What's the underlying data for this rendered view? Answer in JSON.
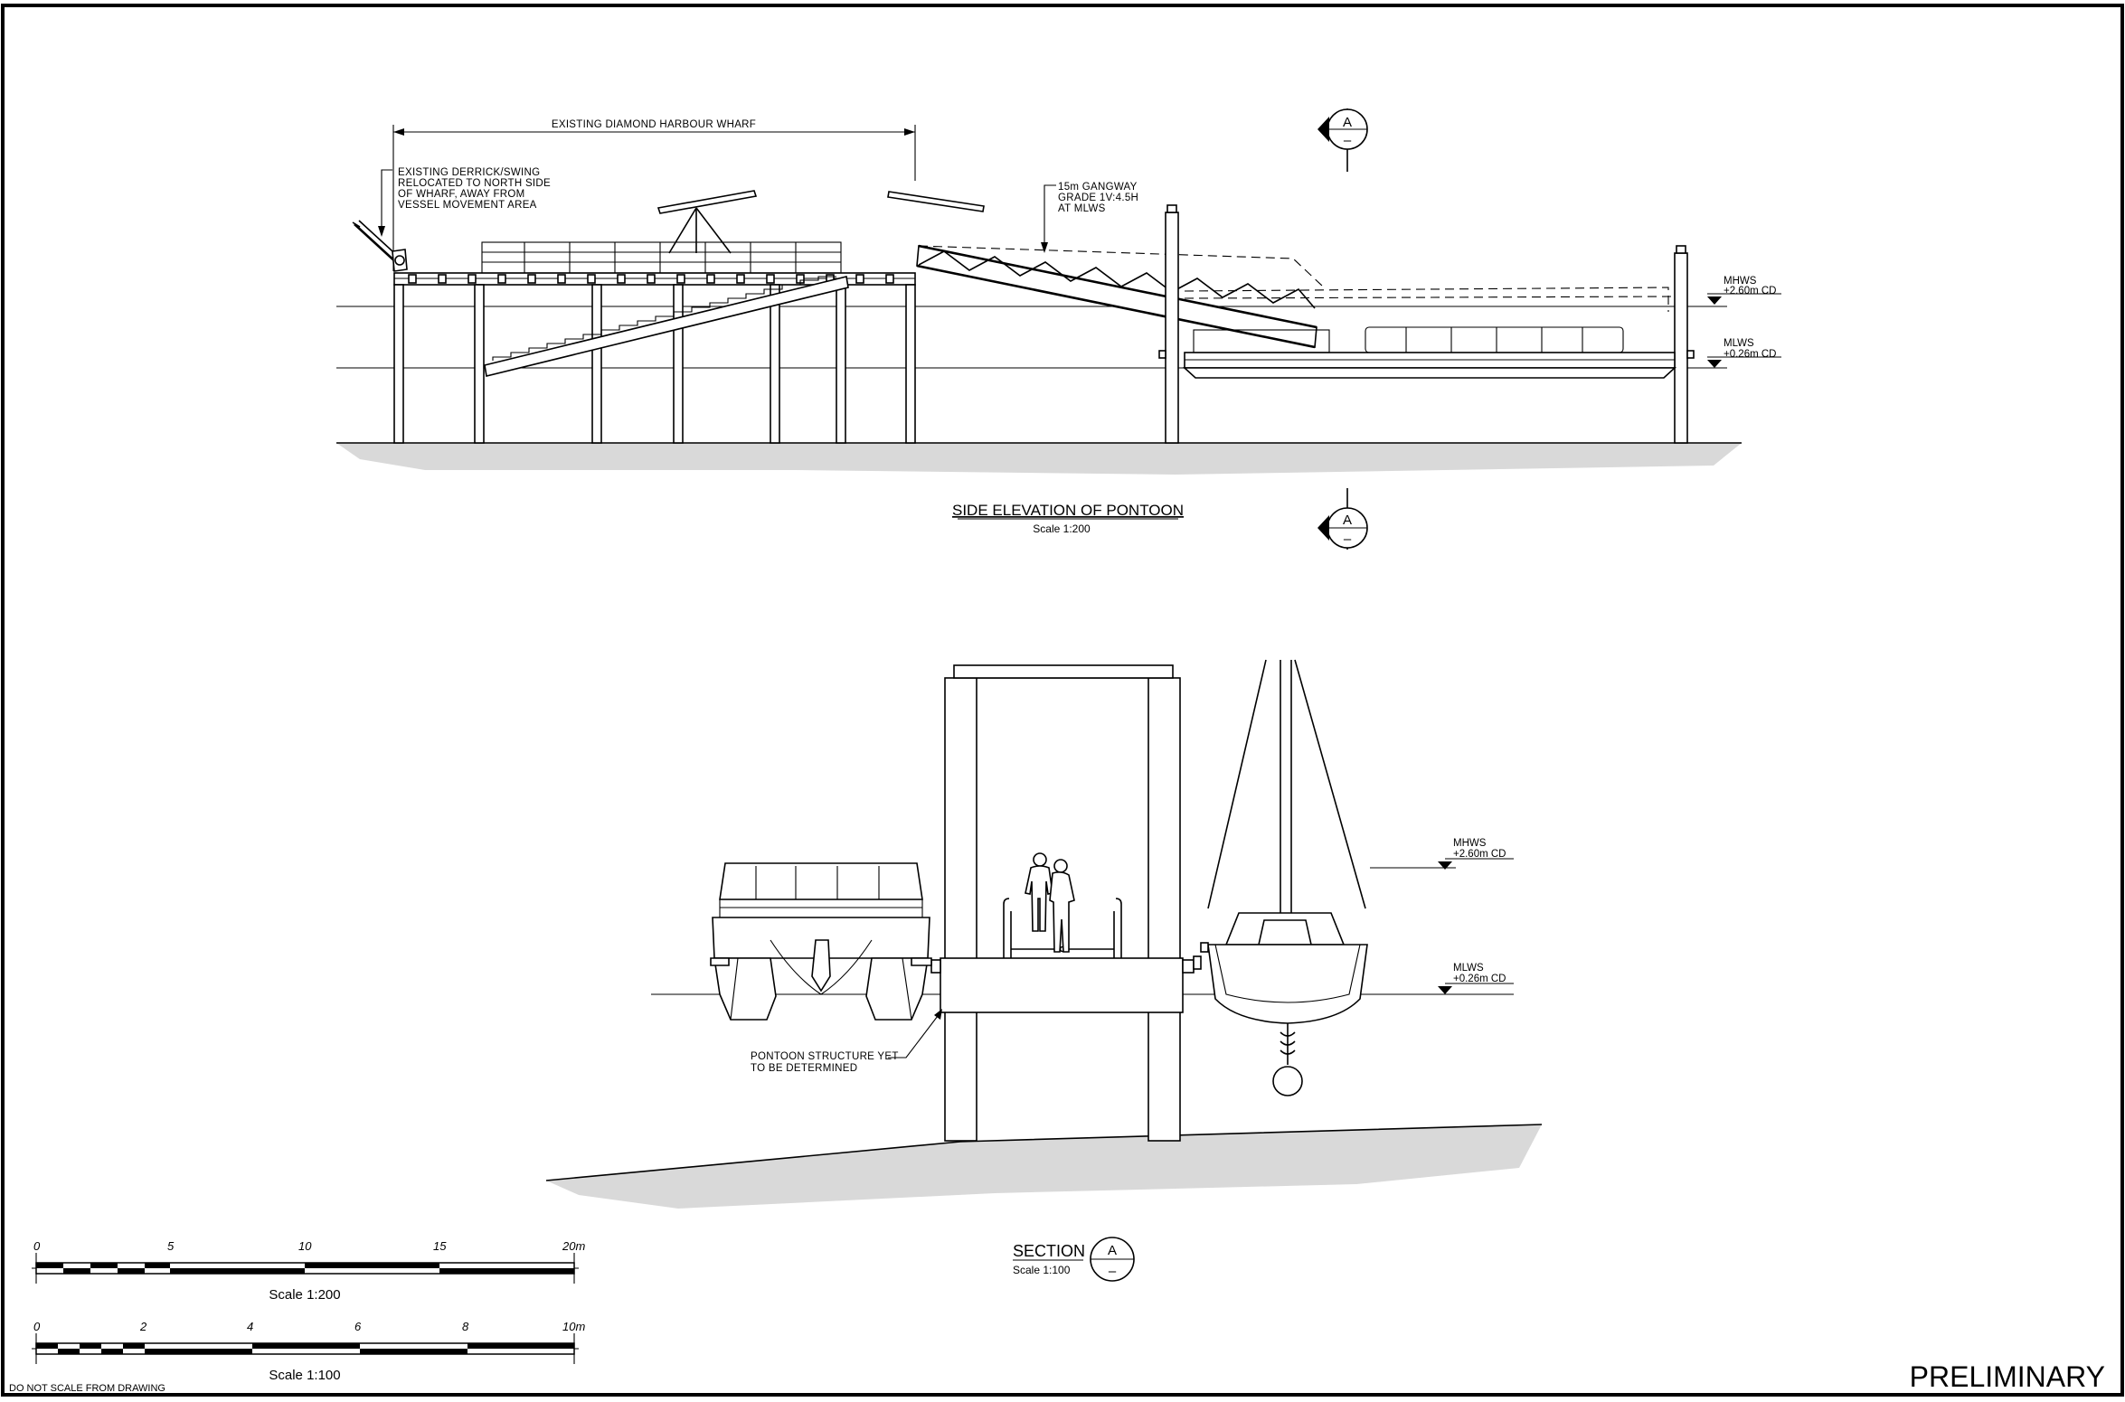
{
  "elevation": {
    "wharf_label": "EXISTING DIAMOND HARBOUR WHARF",
    "derrick_note": [
      "EXISTING DERRICK/SWING",
      "RELOCATED TO NORTH SIDE",
      "OF WHARF, AWAY FROM",
      "VESSEL MOVEMENT AREA"
    ],
    "gangway_note": [
      "15m GANGWAY",
      "GRADE 1V:4.5H",
      "AT MLWS"
    ],
    "mhws_label": "MHWS",
    "mhws_value": "+2.60m  CD",
    "mlws_label": "MLWS",
    "mlws_value": "+0.26m  CD",
    "title": "SIDE ELEVATION OF PONTOON",
    "scale": "Scale  1:200"
  },
  "section_marker": {
    "letter": "A",
    "sheet": "–"
  },
  "section": {
    "pontoon_note": [
      "PONTOON STRUCTURE YET",
      "TO BE DETERMINED"
    ],
    "mhws_label": "MHWS",
    "mhws_value": "+2.60m  CD",
    "mlws_label": "MLWS",
    "mlws_value": "+0.26m  CD",
    "title": "SECTION",
    "scale": "Scale  1:100",
    "marker_letter": "A",
    "marker_sheet": "–"
  },
  "scale_bar_200": {
    "ticks": [
      "0",
      "5",
      "10",
      "15",
      "20m"
    ],
    "label": "Scale 1:200"
  },
  "scale_bar_100": {
    "ticks": [
      "0",
      "2",
      "4",
      "6",
      "8",
      "10m"
    ],
    "label": "Scale 1:100"
  },
  "footer_note": "DO  NOT  SCALE  FROM  DRAWING",
  "status_stamp": "PRELIMINARY"
}
